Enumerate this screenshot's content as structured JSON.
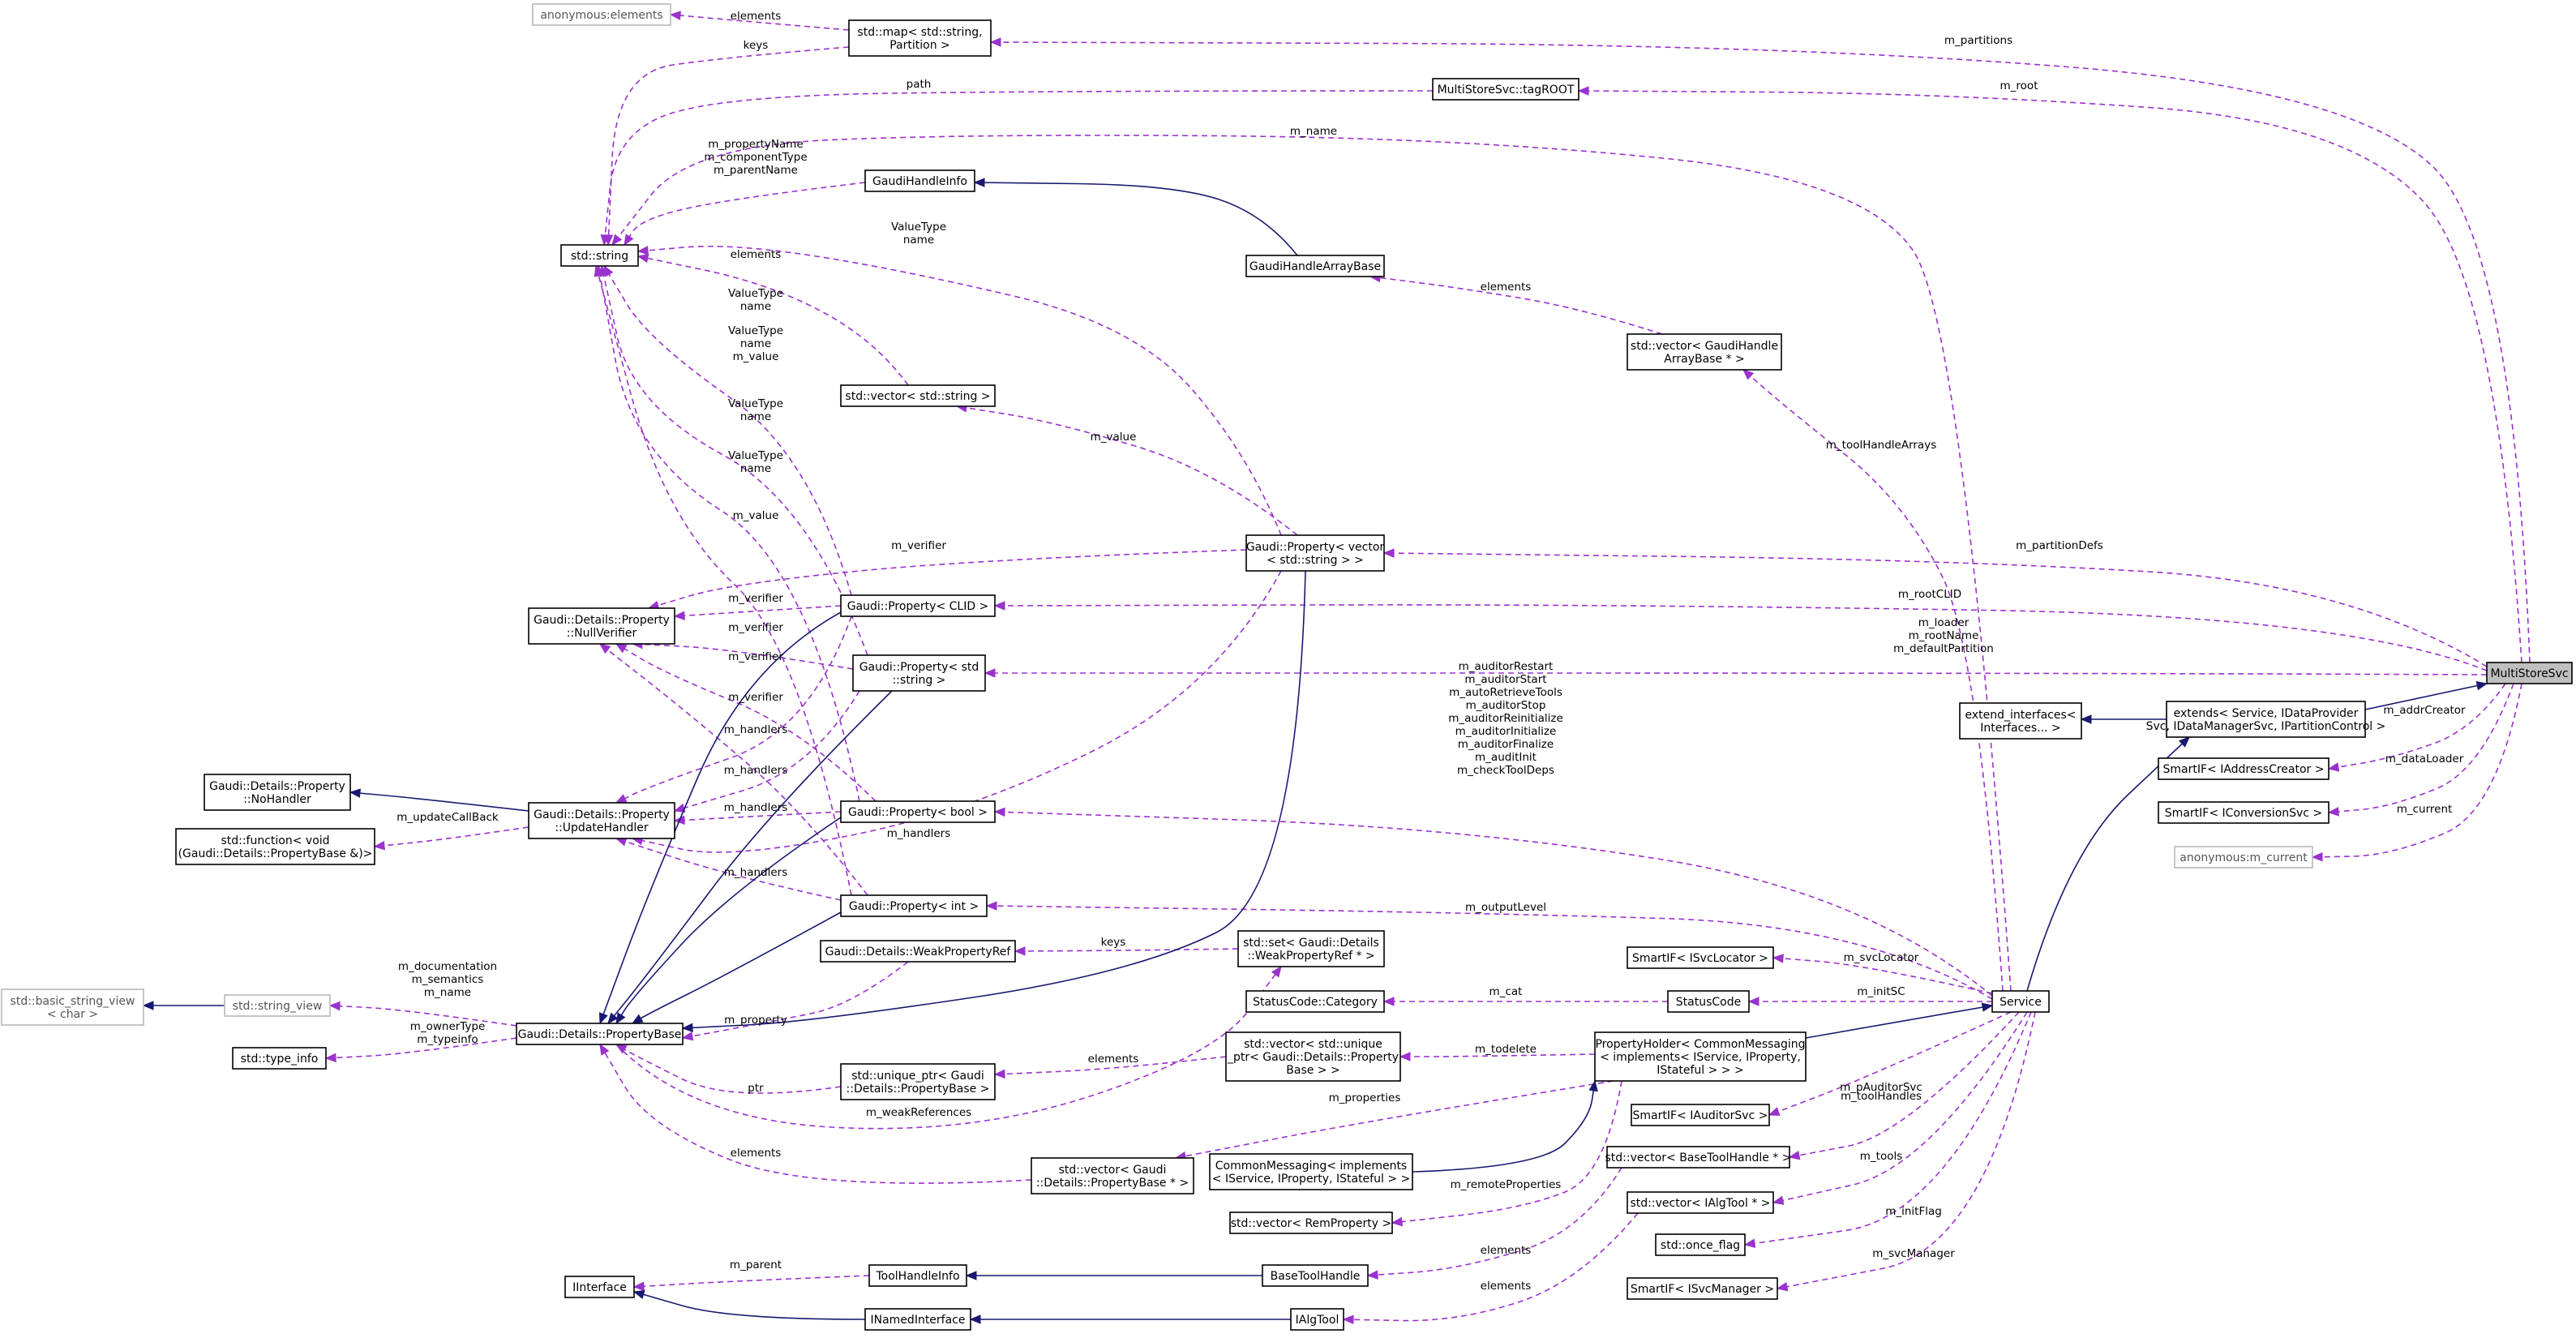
{
  "nodes": {
    "anon_elements": "anonymous:elements",
    "std_map": [
      "std::map< std::string,",
      "Partition >"
    ],
    "tagroot": "MultiStoreSvc::tagROOT",
    "std_string": "std::string",
    "gaudi_handle_info": "GaudiHandleInfo",
    "gaudi_handle_array_base": "GaudiHandleArrayBase",
    "vec_gaudi_handle": [
      "std::vector< GaudiHandle",
      "ArrayBase * >"
    ],
    "vec_string": "std::vector< std::string >",
    "prop_vector": [
      "Gaudi::Property< vector",
      "< std::string > >"
    ],
    "null_verifier": [
      "Gaudi::Details::Property",
      "::NullVerifier"
    ],
    "prop_clid": "Gaudi::Property< CLID >",
    "prop_std_string": [
      "Gaudi::Property< std",
      "::string >"
    ],
    "multistoresvc": "MultiStoreSvc",
    "extend_interfaces": [
      "extend_interfaces<",
      "Interfaces... >"
    ],
    "extends": [
      "extends< Service, IDataProvider",
      "Svc, IDataManagerSvc, IPartitionControl >"
    ],
    "smartif_addr": "SmartIF< IAddressCreator >",
    "smartif_conv": "SmartIF< IConversionSvc >",
    "anon_current": "anonymous:m_current",
    "no_handler": [
      "Gaudi::Details::Property",
      "::NoHandler"
    ],
    "update_handler": [
      "Gaudi::Details::Property",
      "::UpdateHandler"
    ],
    "std_function": [
      "std::function< void",
      "(Gaudi::Details::PropertyBase &)>"
    ],
    "prop_bool": "Gaudi::Property< bool >",
    "prop_int": "Gaudi::Property< int >",
    "weak_prop_ref": "Gaudi::Details::WeakPropertyRef",
    "set_weak": [
      "std::set< Gaudi::Details",
      "::WeakPropertyRef * >"
    ],
    "basic_string_view": [
      "std::basic_string_view",
      "< char >"
    ],
    "string_view": "std::string_view",
    "property_base": "Gaudi::Details::PropertyBase",
    "type_info": "std::type_info",
    "smartif_svcloc": "SmartIF< ISvcLocator >",
    "statuscode_category": "StatusCode::Category",
    "statuscode": "StatusCode",
    "service": "Service",
    "vec_unique_ptr": [
      "std::vector< std::unique",
      "_ptr< Gaudi::Details::Property",
      "Base > >"
    ],
    "property_holder": [
      "PropertyHolder< CommonMessaging",
      "< implements< IService, IProperty,",
      "IStateful > > >"
    ],
    "unique_ptr": [
      "std::unique_ptr< Gaudi",
      "::Details::PropertyBase >"
    ],
    "smartif_auditor": "SmartIF< IAuditorSvc >",
    "vec_propbase": [
      "std::vector< Gaudi",
      "::Details::PropertyBase * >"
    ],
    "common_messaging": [
      "CommonMessaging< implements",
      "< IService, IProperty, IStateful > >"
    ],
    "vec_basetoolhandle": "std::vector< BaseToolHandle * >",
    "vec_remprop": "std::vector< RemProperty >",
    "vec_ialgtool": "std::vector< IAlgTool * >",
    "once_flag": "std::once_flag",
    "iinterface": "IInterface",
    "toolhandleinfo": "ToolHandleInfo",
    "basetoolhandle": "BaseToolHandle",
    "inamedinterface": "INamedInterface",
    "ialgtool": "IAlgTool",
    "smartif_svcmgr": "SmartIF< ISvcManager >"
  },
  "labels": {
    "elements": "elements",
    "keys": "keys",
    "m_partitions": "m_partitions",
    "path": "path",
    "m_root": "m_root",
    "m_name": "m_name",
    "gh_names": [
      "m_propertyName",
      "m_componentType",
      "m_parentName"
    ],
    "vt_name": [
      "ValueType",
      "name"
    ],
    "vt_name_value": [
      "ValueType",
      "name",
      "m_value"
    ],
    "m_value": "m_value",
    "m_toolHandleArrays": "m_toolHandleArrays",
    "m_verifier": "m_verifier",
    "m_partitionDefs": "m_partitionDefs",
    "m_rootCLID": "m_rootCLID",
    "loader_group": [
      "m_loader",
      "m_rootName",
      "m_defaultPartition"
    ],
    "m_addrCreator": "m_addrCreator",
    "m_dataLoader": "m_dataLoader",
    "m_current": "m_current",
    "m_handlers": "m_handlers",
    "m_updateCallBack": "m_updateCallBack",
    "auditor_group": [
      "m_auditorRestart",
      "m_auditorStart",
      "m_autoRetrieveTools",
      "m_auditorStop",
      "m_auditorReinitialize",
      "m_auditorInitialize",
      "m_auditorFinalize",
      "m_auditInit",
      "m_checkToolDeps"
    ],
    "m_outputLevel": "m_outputLevel",
    "m_svcLocator": "m_svcLocator",
    "m_cat": "m_cat",
    "m_initSC": "m_initSC",
    "doc_group": [
      "m_documentation",
      "m_semantics",
      "m_name"
    ],
    "type_group": [
      "m_ownerType",
      "m_typeinfo"
    ],
    "m_property": "m_property",
    "m_todelete": "m_todelete",
    "ptr": "ptr",
    "m_weakReferences": "m_weakReferences",
    "m_properties": "m_properties",
    "m_pAuditorSvc": "m_pAuditorSvc",
    "m_toolHandles": "m_toolHandles",
    "m_tools": "m_tools",
    "m_remoteProperties": "m_remoteProperties",
    "m_initFlag": "m_initFlag",
    "m_parent": "m_parent",
    "m_svcManager": "m_svcManager"
  },
  "colors": {
    "usage_edge": "#9a32cd",
    "inheritance_edge": "#191970",
    "highlight_node": "#bfbfbf",
    "gray_node_border": "#b8b8b8"
  }
}
